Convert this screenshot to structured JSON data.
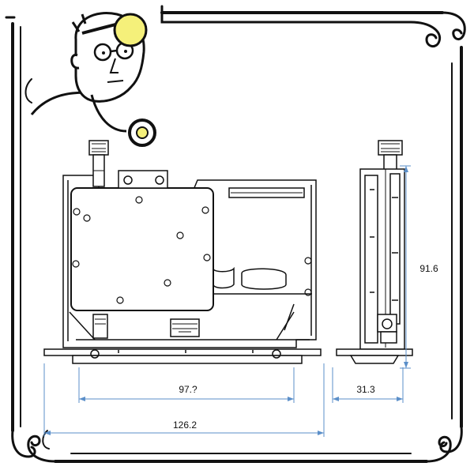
{
  "colors": {
    "ink": "#111111",
    "dimension_line": "#5b8fc9",
    "lamp": "#f5f07a",
    "background": "#ffffff"
  },
  "icons": {
    "mascot": "doctor-with-head-mirror-and-stethoscope-icon"
  },
  "dimensions": {
    "width_inner": "97.?",
    "width_total": "126.2",
    "depth": "31.3",
    "height": "91.6"
  }
}
